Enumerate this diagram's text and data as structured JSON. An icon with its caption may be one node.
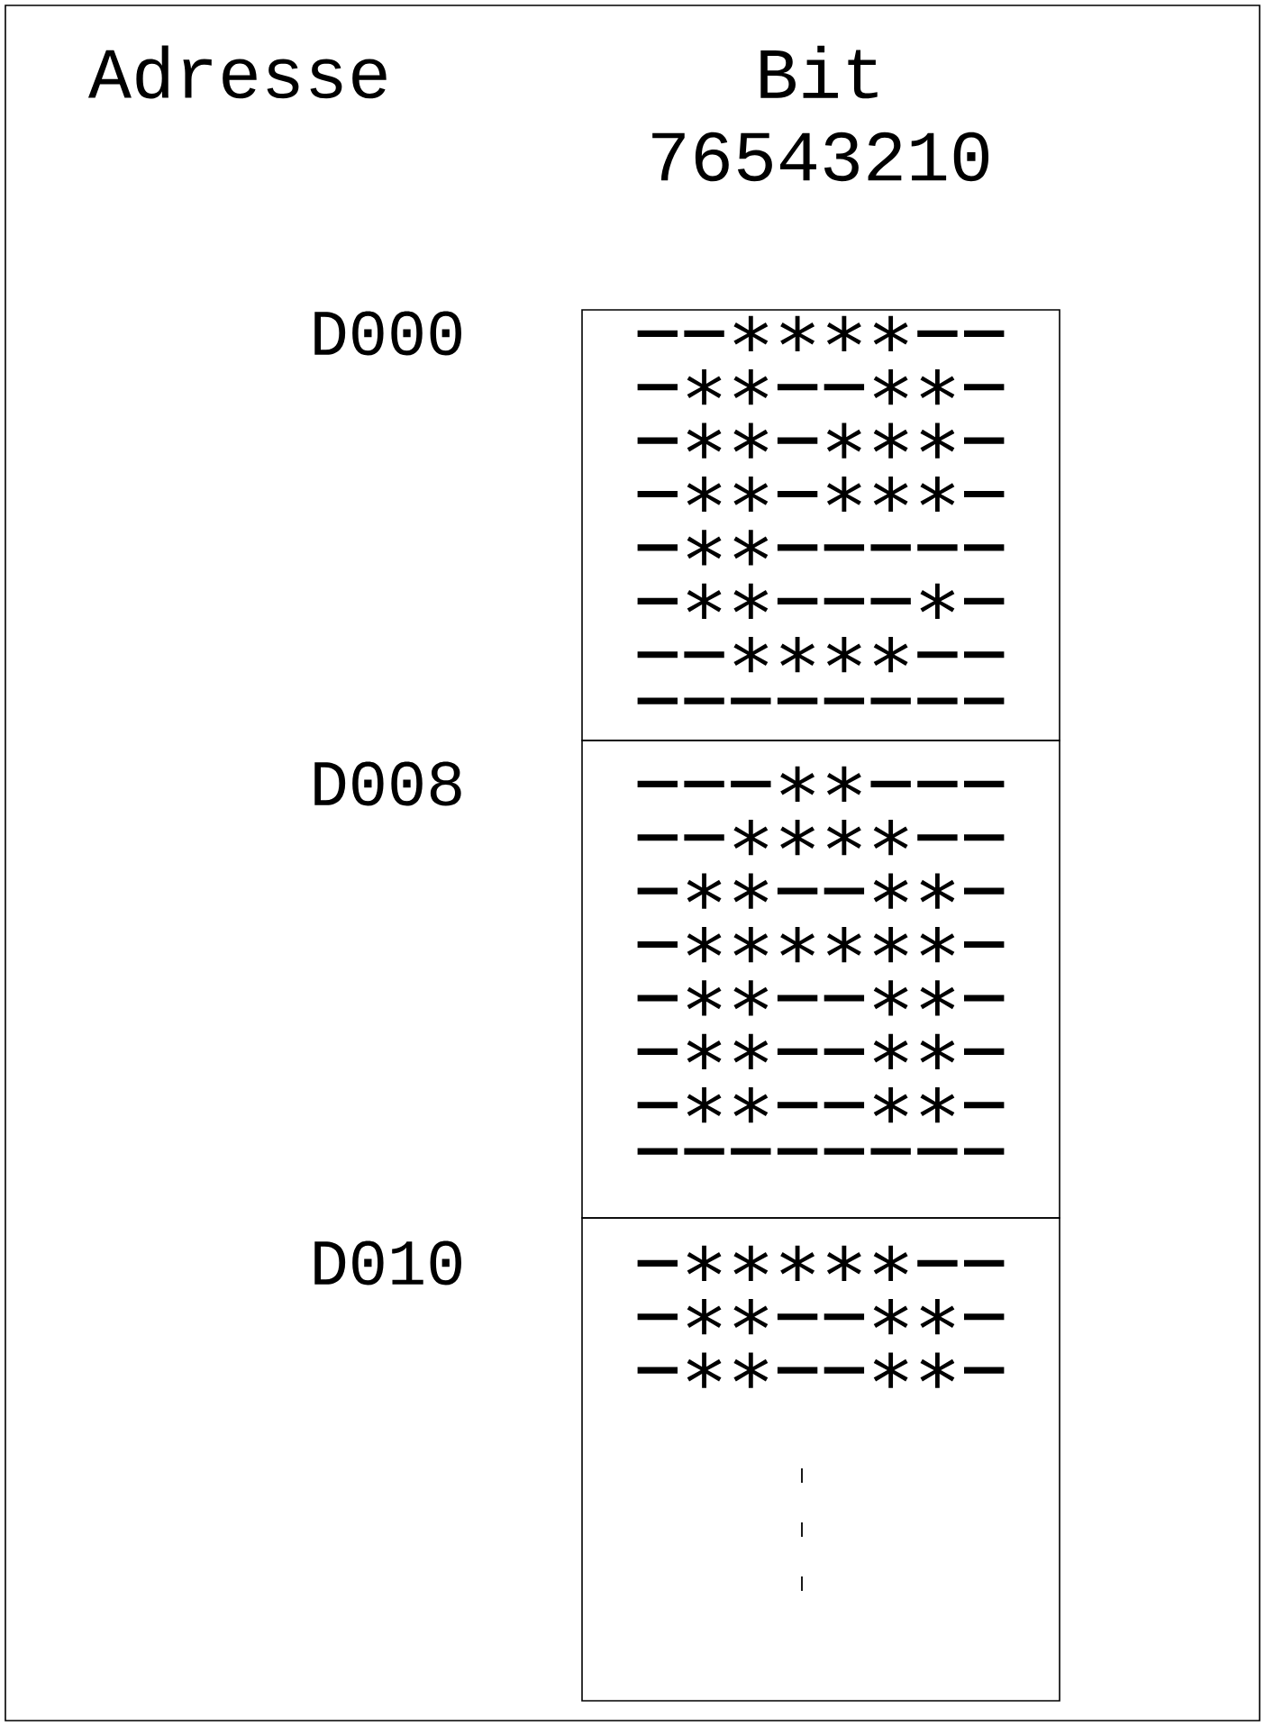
{
  "diagram": {
    "nodes": [
      {
        "text": [
          "−−∗∗∗∗−−",
          "−∗∗−−∗∗−",
          "−∗∗−∗∗∗−",
          "−∗∗−∗∗∗−",
          "−∗∗−−−−−",
          "−∗∗−−−∗−",
          "−−∗∗∗∗−−",
          "−−−−−−−−"
        ],
        "beside": [
          "D000"
        ]
      },
      {
        "text": [
          "−−−∗∗−−−",
          "−−∗∗∗∗−−",
          "−∗∗−−∗∗−",
          "−∗∗∗∗∗∗−",
          "−∗∗−−∗∗−",
          "−∗∗−−∗∗−",
          "−∗∗−−∗∗−",
          "−−−−−−−−"
        ],
        "beside": [
          "D008"
        ]
      },
      {
        "text": [
          "−∗∗∗∗∗−−",
          "−∗∗−−∗∗−",
          "−∗∗−−∗∗−"
        ],
        "beside": [
          "D010"
        ]
      }
    ],
    "labels": [
      "Adresse",
      "Bit",
      "76543210"
    ]
  }
}
